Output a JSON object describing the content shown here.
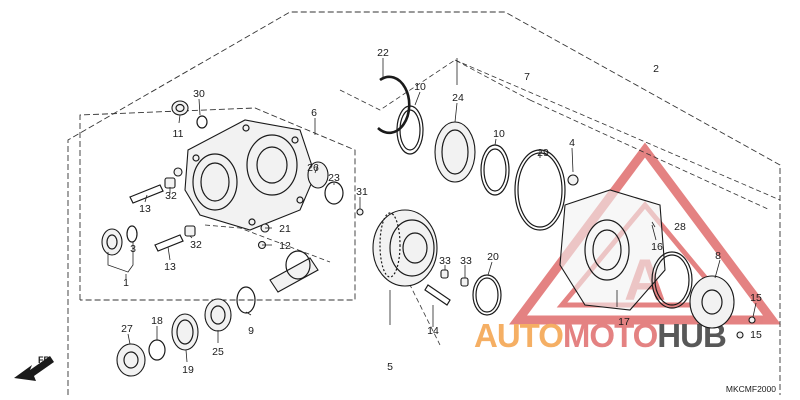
{
  "diagram": {
    "code": "MKCMF2000",
    "direction_label": "FR.",
    "watermark": {
      "left": "AUTO",
      "middle": "MOTO",
      "right": "HUB",
      "color_left": "#f4a24a",
      "color_middle": "#e06d6d",
      "color_right": "#3b3b3b"
    },
    "labels": {
      "p1": "1",
      "p2": "2",
      "p3": "3",
      "p4": "4",
      "p5": "5",
      "p6": "6",
      "p7": "7",
      "p8": "8",
      "p9": "9",
      "p10a": "10",
      "p10b": "10",
      "p11": "11",
      "p12": "12",
      "p13a": "13",
      "p13b": "13",
      "p14": "14",
      "p15a": "15",
      "p15b": "15",
      "p16": "16",
      "p17": "17",
      "p18": "18",
      "p19": "19",
      "p20": "20",
      "p21": "21",
      "p22": "22",
      "p23": "23",
      "p24": "24",
      "p25": "25",
      "p26": "26",
      "p27": "27",
      "p28": "28",
      "p29": "29",
      "p30": "30",
      "p31": "31",
      "p32a": "32",
      "p32b": "32",
      "p33a": "33",
      "p33b": "33"
    }
  }
}
